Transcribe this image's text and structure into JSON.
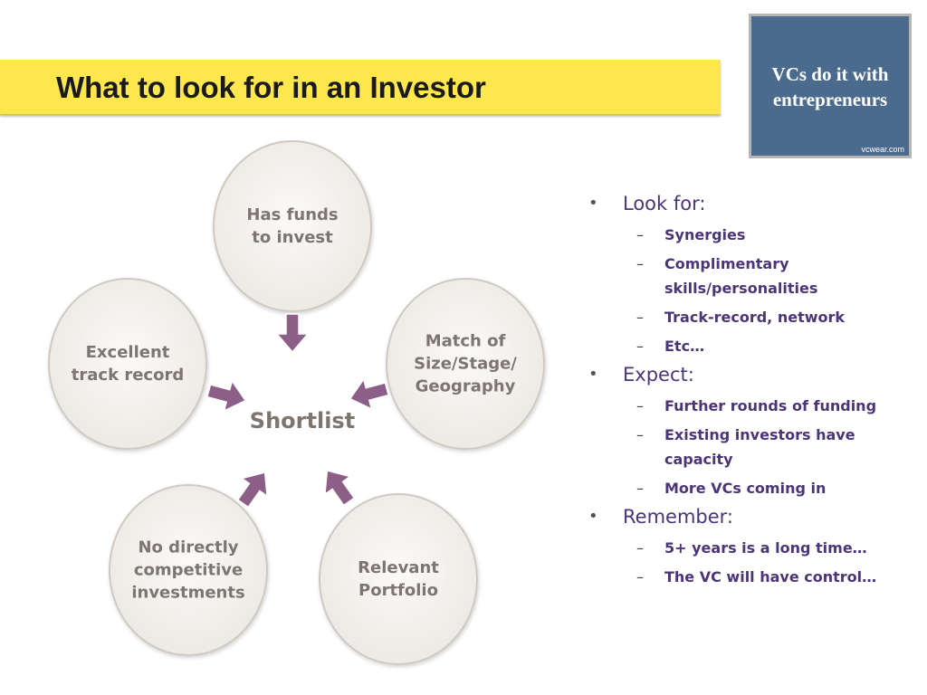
{
  "title": "What to look for in an Investor",
  "logo": {
    "line1": "VCs do it with",
    "line2": "entrepreneurs",
    "url": "vcwear.com"
  },
  "diagram": {
    "center": "Shortlist",
    "circles": [
      {
        "lines": [
          "Has funds",
          "to invest"
        ]
      },
      {
        "lines": [
          "Match of",
          "Size/Stage/",
          "Geography"
        ]
      },
      {
        "lines": [
          "Relevant",
          "Portfolio"
        ]
      },
      {
        "lines": [
          "No directly",
          "competitive",
          "investments"
        ]
      },
      {
        "lines": [
          "Excellent",
          "track record"
        ]
      }
    ]
  },
  "bullets": [
    {
      "label": "Look for:",
      "subs": [
        "Synergies",
        "Complimentary skills/personalities",
        "Track-record, network",
        "Etc…"
      ]
    },
    {
      "label": "Expect:",
      "subs": [
        "Further rounds of funding",
        "Existing investors have capacity",
        "More VCs coming in"
      ]
    },
    {
      "label": "Remember:",
      "subs": [
        "5+ years is a long time…",
        "The VC will have control…"
      ]
    }
  ],
  "colors": {
    "title_bar": "#fde74c",
    "circle_fill": "#f1eeea",
    "circle_stroke": "#cfc9c0",
    "arrow": "#8c5e88",
    "text_purple": "#4b3579",
    "logo_bg": "#4b6b8e"
  }
}
